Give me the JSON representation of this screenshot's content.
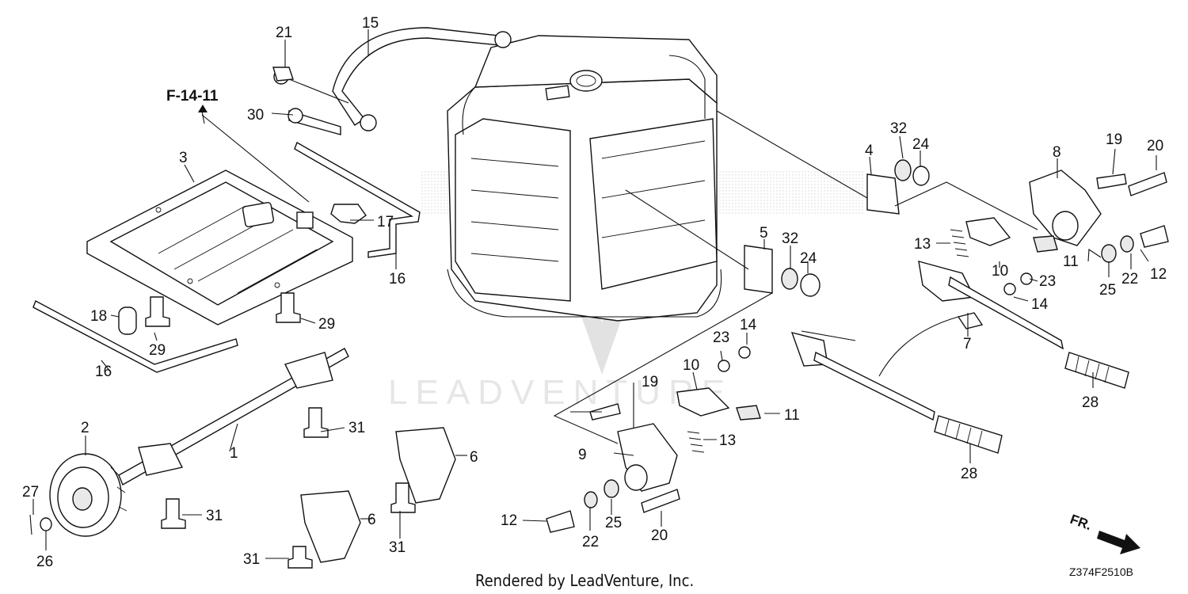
{
  "diagram": {
    "ref_label": "F-14-11",
    "watermark": "LEADVENTURE",
    "footer": "Rendered by LeadVenture, Inc.",
    "code": "Z374F2510B",
    "fr_label": "FR.",
    "callouts": {
      "c1": "1",
      "c2": "2",
      "c3": "3",
      "c4": "4",
      "c5": "5",
      "c6a": "6",
      "c6b": "6",
      "c7": "7",
      "c8": "8",
      "c9": "9",
      "c10a": "10",
      "c10b": "10",
      "c11a": "11",
      "c11b": "11",
      "c12a": "12",
      "c12b": "12",
      "c13a": "13",
      "c13b": "13",
      "c14a": "14",
      "c14b": "14",
      "c15": "15",
      "c16a": "16",
      "c16b": "16",
      "c17": "17",
      "c18": "18",
      "c19a": "19",
      "c19b": "19",
      "c20a": "20",
      "c20b": "20",
      "c21": "21",
      "c22a": "22",
      "c22b": "22",
      "c23a": "23",
      "c23b": "23",
      "c24a": "24",
      "c24b": "24",
      "c25a": "25",
      "c25b": "25",
      "c26": "26",
      "c27": "27",
      "c28a": "28",
      "c28b": "28",
      "c29a": "29",
      "c29b": "29",
      "c30": "30",
      "c31a": "31",
      "c31b": "31",
      "c31c": "31",
      "c31d": "31",
      "c32a": "32",
      "c32b": "32"
    }
  }
}
